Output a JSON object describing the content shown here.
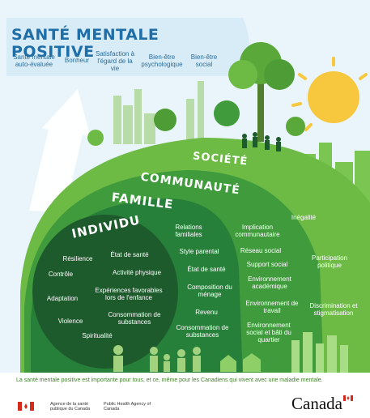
{
  "title": "SANTÉ MENTALE POSITIVE",
  "indicators": [
    "Santé mentale auto-évaluée",
    "Bonheur",
    "Satisfaction à l'égard de la vie",
    "Bien-être psychologique",
    "Bien-être social"
  ],
  "levels": {
    "societe": "SOCIÉTÉ",
    "communaute": "COMMUNAUTÉ",
    "famille": "FAMILLE",
    "individu": "INDIVIDU"
  },
  "individu_factors": [
    "Résilience",
    "État de santé",
    "Contrôle",
    "Activité physique",
    "Adaptation",
    "Expériences favorables lors de l'enfance",
    "Violence",
    "Consommation de substances",
    "Spiritualité"
  ],
  "famille_factors": [
    "Relations familiales",
    "Style parental",
    "État de santé",
    "Composition du ménage",
    "Revenu",
    "Consommation de substances"
  ],
  "communaute_factors": [
    "Implication communautaire",
    "Réseau social",
    "Support social",
    "Environnement académique",
    "Environnement de travail",
    "Environnement social et bâti du quartier"
  ],
  "societe_factors": [
    "Inégalité",
    "Participation politique",
    "Discrimination et stigmatisation"
  ],
  "footer_note": "La santé mentale positive est importante pour tous, et ce, même pour les Canadiens qui vivent avec une maladie mentale.",
  "agency_fr": "Agence de la santé publique du Canada",
  "agency_en": "Public Health Agency of Canada",
  "wordmark": "Canada",
  "colors": {
    "sky": "#e9f5fb",
    "title_blue": "#1f6ea7",
    "societe_green": "#6dbb45",
    "communaute_green": "#3f9b3c",
    "famille_green": "#27803a",
    "individu_green": "#1d5a2c",
    "sun": "#f7c73d",
    "canada_red": "#d52b1e"
  }
}
